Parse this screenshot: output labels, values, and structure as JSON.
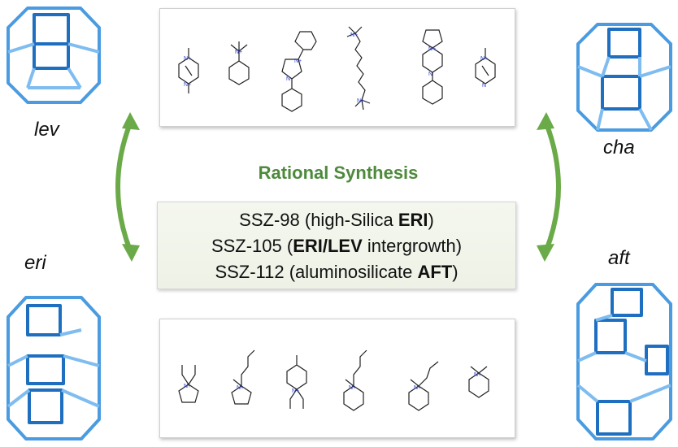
{
  "title": "Rational Synthesis",
  "frameworks": {
    "lev": "lev",
    "eri": "eri",
    "cha": "cha",
    "aft": "aft"
  },
  "products": [
    {
      "name": "SSZ-98 (high-Silica ",
      "bold": "ERI",
      "end": ")"
    },
    {
      "name": "SSZ-105 (",
      "bold": "ERI/LEV",
      "end": " intergrowth)"
    },
    {
      "name": "SSZ-112 (aluminosilicate ",
      "bold": "AFT",
      "end": ")"
    }
  ],
  "molecules": {
    "cation_label": "N+",
    "neutral_n": "N"
  },
  "colors": {
    "accent_green": "#6aaa48",
    "title_green": "#4e8a3c",
    "cage_blue": "#3a8fd6",
    "nitrogen_blue": "#2a3fd0"
  }
}
